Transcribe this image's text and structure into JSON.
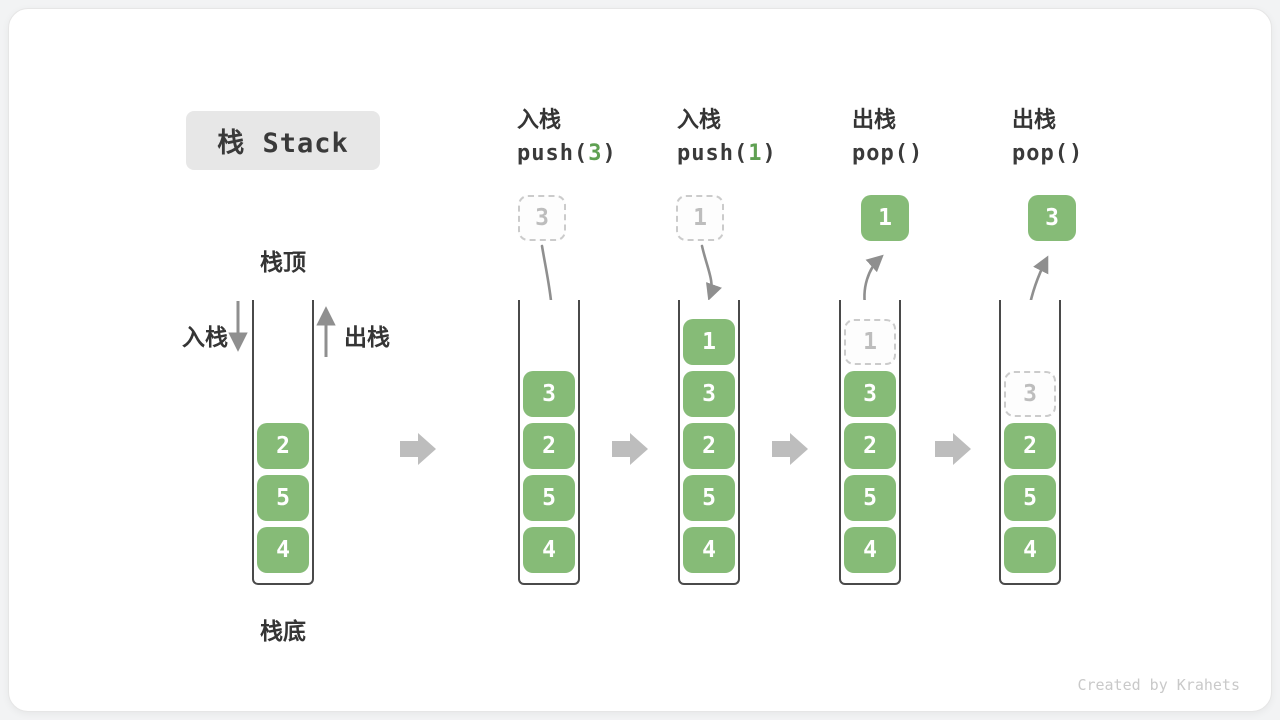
{
  "title": "栈 Stack",
  "labels": {
    "stack_top": "栈顶",
    "stack_bottom": "栈底",
    "push_side": "入栈",
    "pop_side": "出栈"
  },
  "footer": "Created by Krahets",
  "colors": {
    "cell_green": "#86BB77",
    "arg_green": "#5FA052",
    "text_dark": "#3A3A3A",
    "arrow_gray": "#8F8F8F",
    "block_arrow_gray": "#BDBDBD",
    "ghost_gray": "#BDBDBD",
    "ghost_border": "#CBCBCB",
    "title_bg": "#E7E7E7",
    "footer_gray": "#C9C9C9"
  },
  "stacks": [
    {
      "name": "initial-stack",
      "cells": [
        {
          "value": "2"
        },
        {
          "value": "5"
        },
        {
          "value": "4"
        }
      ]
    },
    {
      "name": "after-push-3",
      "header": {
        "cn": "入栈",
        "code_pre": "push(",
        "code_arg": "3",
        "code_post": ")"
      },
      "floating": {
        "value": "3",
        "variant": "dashed"
      },
      "cells": [
        {
          "value": "3"
        },
        {
          "value": "2"
        },
        {
          "value": "5"
        },
        {
          "value": "4"
        }
      ]
    },
    {
      "name": "after-push-1",
      "header": {
        "cn": "入栈",
        "code_pre": "push(",
        "code_arg": "1",
        "code_post": ")"
      },
      "floating": {
        "value": "1",
        "variant": "dashed"
      },
      "cells": [
        {
          "value": "1"
        },
        {
          "value": "3"
        },
        {
          "value": "2"
        },
        {
          "value": "5"
        },
        {
          "value": "4"
        }
      ]
    },
    {
      "name": "after-pop-1",
      "header": {
        "cn": "出栈",
        "code_pre": "pop()",
        "code_arg": "",
        "code_post": ""
      },
      "floating": {
        "value": "1",
        "variant": "solid"
      },
      "cells": [
        {
          "value": "1",
          "ghost": true
        },
        {
          "value": "3"
        },
        {
          "value": "2"
        },
        {
          "value": "5"
        },
        {
          "value": "4"
        }
      ]
    },
    {
      "name": "after-pop-3",
      "header": {
        "cn": "出栈",
        "code_pre": "pop()",
        "code_arg": "",
        "code_post": ""
      },
      "floating": {
        "value": "3",
        "variant": "solid"
      },
      "cells": [
        {
          "value": "3",
          "ghost": true
        },
        {
          "value": "2"
        },
        {
          "value": "5"
        },
        {
          "value": "4"
        }
      ]
    }
  ]
}
